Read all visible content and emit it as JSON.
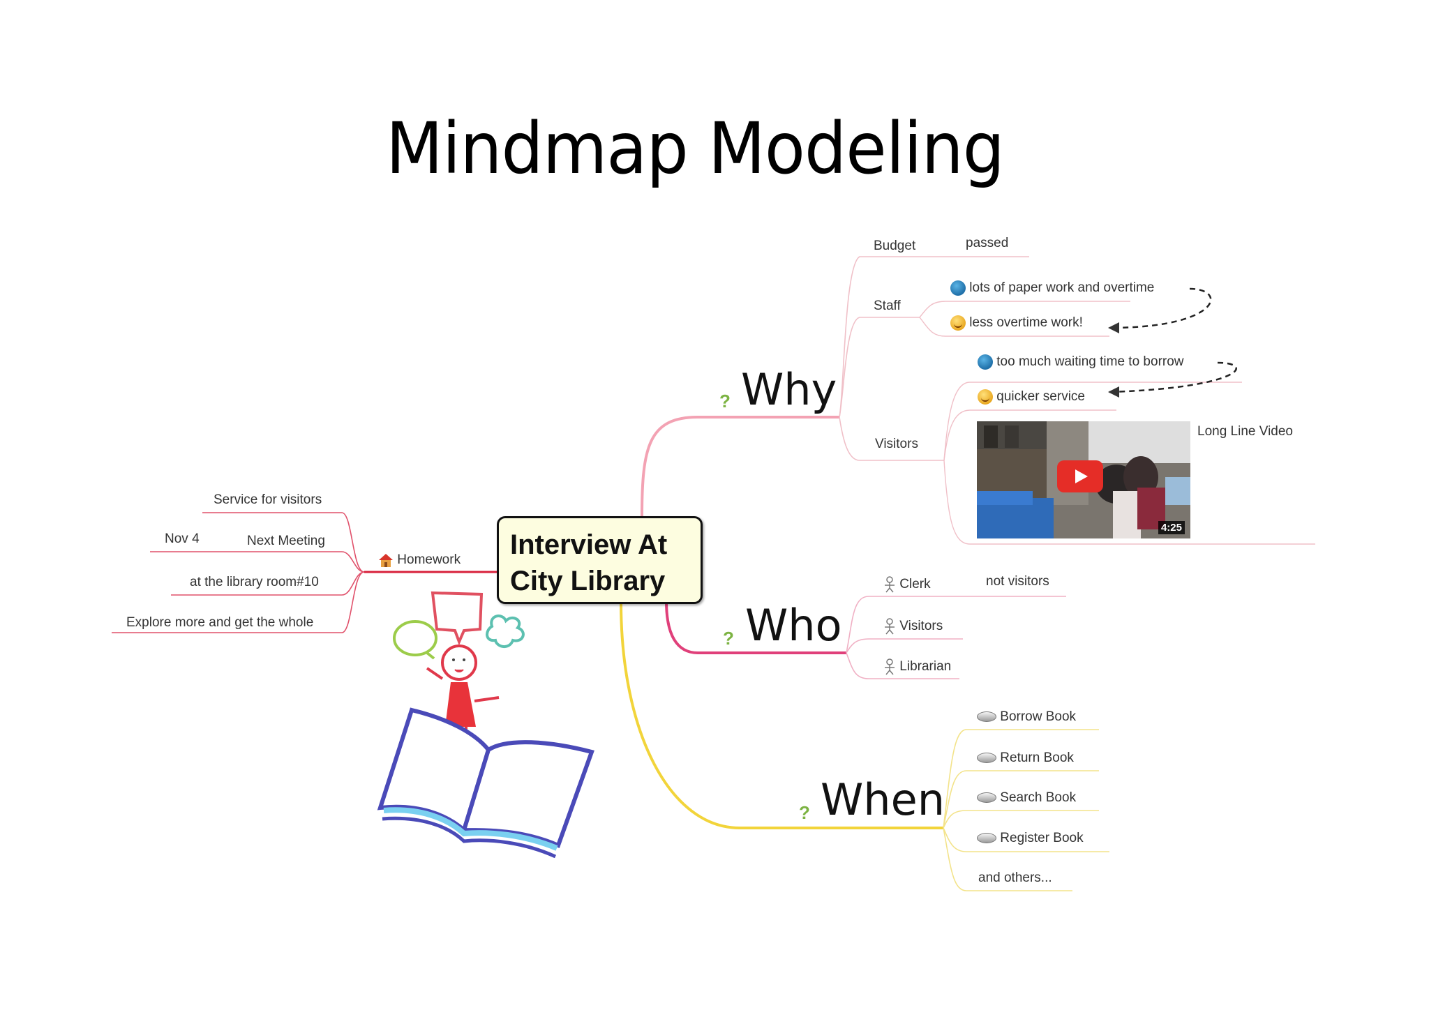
{
  "slide": {
    "title": "Mindmap Modeling"
  },
  "central_topic": {
    "line1": "Interview At",
    "line2": "City Library"
  },
  "branches": {
    "why": {
      "label": "Why",
      "marker": "?",
      "color": "#f0a0b0",
      "children": {
        "budget": {
          "label": "Budget",
          "detail": "passed"
        },
        "staff": {
          "label": "Staff",
          "items": [
            {
              "icon": "globe-icon",
              "text": "lots of paper work and overtime"
            },
            {
              "icon": "smiley-icon",
              "text": "less overtime work!"
            }
          ]
        },
        "visitors": {
          "label": "Visitors",
          "items": [
            {
              "icon": "globe-icon",
              "text": "too much waiting time to borrow"
            },
            {
              "icon": "smiley-icon",
              "text": "quicker service"
            }
          ],
          "video": {
            "caption": "Long Line Video",
            "duration": "4:25"
          }
        }
      }
    },
    "who": {
      "label": "Who",
      "marker": "?",
      "color": "#e0407a",
      "children": [
        {
          "icon": "person-icon",
          "text": "Clerk",
          "detail": "not visitors"
        },
        {
          "icon": "person-icon",
          "text": "Visitors"
        },
        {
          "icon": "person-icon",
          "text": "Librarian"
        }
      ]
    },
    "when": {
      "label": "When",
      "marker": "?",
      "color": "#f2d43a",
      "children": [
        {
          "icon": "disc-icon",
          "text": "Borrow Book"
        },
        {
          "icon": "disc-icon",
          "text": "Return Book"
        },
        {
          "icon": "disc-icon",
          "text": "Search Book"
        },
        {
          "icon": "disc-icon",
          "text": "Register Book"
        },
        {
          "icon": "",
          "text": "and others..."
        }
      ]
    },
    "homework": {
      "label": "Homework",
      "icon": "house-icon",
      "color": "#d8203a",
      "children": [
        {
          "text": "Service for visitors"
        },
        {
          "text": "Next Meeting",
          "detail": "Nov 4"
        },
        {
          "text": "at the library room#10"
        },
        {
          "text": "Explore more and get the whole"
        }
      ]
    }
  }
}
